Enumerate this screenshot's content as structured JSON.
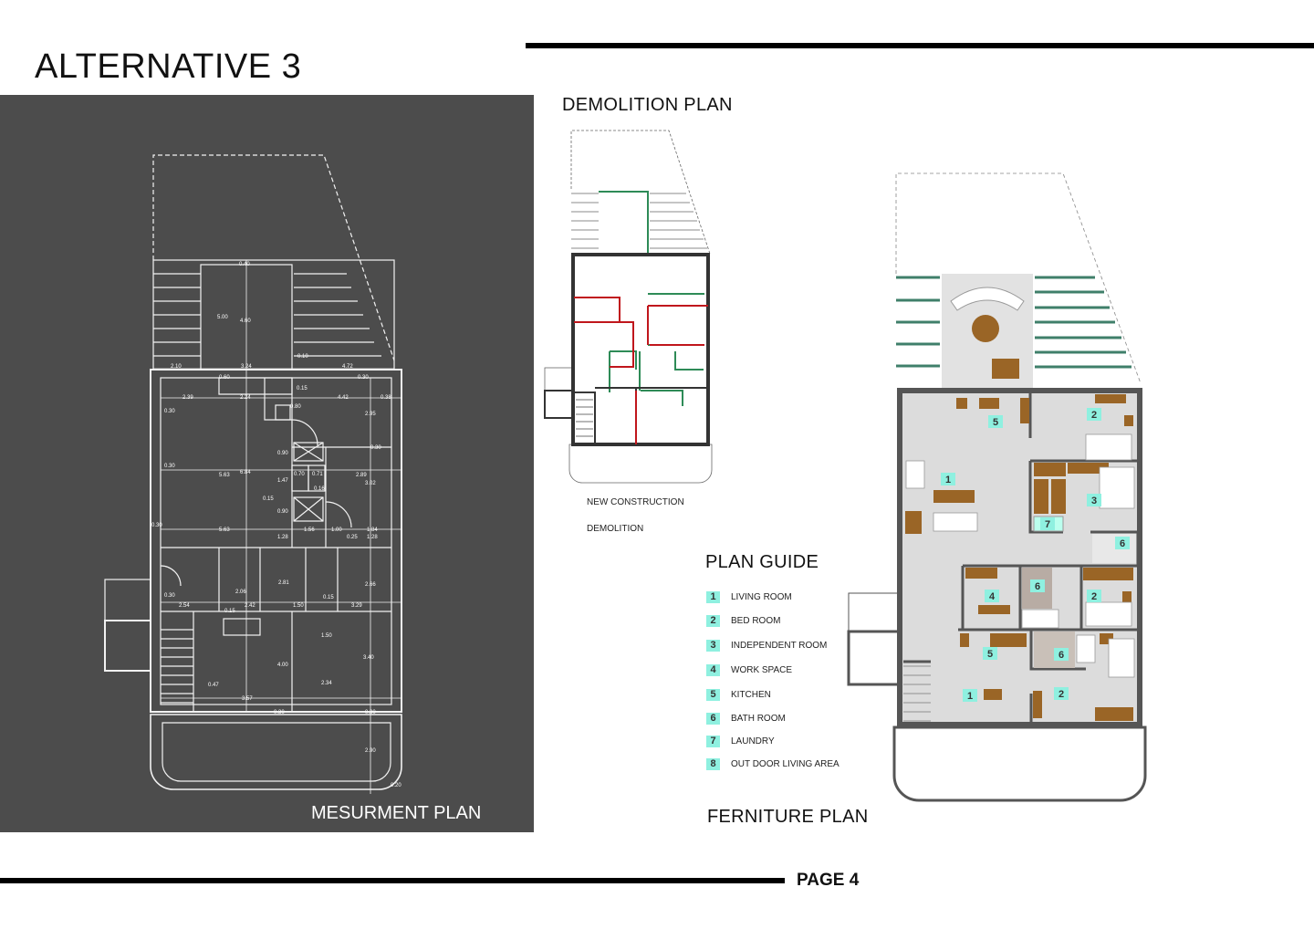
{
  "header": {
    "title": "ALTERNATIVE 3"
  },
  "footer": {
    "page_label": "PAGE 4"
  },
  "measurement_plan": {
    "title": "MESURMENT PLAN",
    "dimensions": [
      "0.40",
      "5.00",
      "4.60",
      "0.10",
      "2.10",
      "3.24",
      "4.72",
      "0.30",
      "0.60",
      "0.30",
      "0.15",
      "2.39",
      "2.24",
      "4.42",
      "0.38",
      "0.30",
      "2.95",
      "0.80",
      "0.90",
      "0.30",
      "5.63",
      "6.84",
      "1.47",
      "0.70",
      "0.71",
      "2.89",
      "0.16",
      "3.02",
      "0.15",
      "0.90",
      "0.30",
      "5.63",
      "1.56",
      "1.00",
      "1.84",
      "1.28",
      "0.25",
      "1.28",
      "2.06",
      "2.81",
      "2.66",
      "0.30",
      "2.54",
      "0.15",
      "2.42",
      "1.50",
      "0.15",
      "3.29",
      "1.50",
      "3.40",
      "4.00",
      "2.34",
      "0.47",
      "3.57",
      "0.30",
      "0.30",
      "2.90",
      "0.20"
    ]
  },
  "demolition_plan": {
    "title": "DEMOLITION PLAN",
    "legend": [
      {
        "label": "NEW CONSTRUCTION",
        "color": "#2e8b57"
      },
      {
        "label": "DEMOLITION",
        "color": "#d0141b"
      }
    ]
  },
  "plan_guide": {
    "title": "PLAN GUIDE",
    "items": [
      {
        "num": "1",
        "label": "LIVING ROOM"
      },
      {
        "num": "2",
        "label": "BED  ROOM"
      },
      {
        "num": "3",
        "label": "INDEPENDENT ROOM"
      },
      {
        "num": "4",
        "label": "WORK SPACE"
      },
      {
        "num": "5",
        "label": "KITCHEN"
      },
      {
        "num": "6",
        "label": "BATH ROOM"
      },
      {
        "num": "7",
        "label": "LAUNDRY"
      },
      {
        "num": "8",
        "label": "OUT DOOR LIVING AREA"
      }
    ]
  },
  "furniture_plan": {
    "title": "FERNITURE PLAN",
    "room_badges": [
      "5",
      "2",
      "1",
      "3",
      "7",
      "6",
      "4",
      "6",
      "2",
      "5",
      "6",
      "1",
      "2"
    ],
    "colors": {
      "wall": "#555555",
      "floor": "#dcdcdc",
      "wood": "#9a6526",
      "badge": "#8ff0e0",
      "deck_stripe": "#3f7f6a"
    }
  }
}
